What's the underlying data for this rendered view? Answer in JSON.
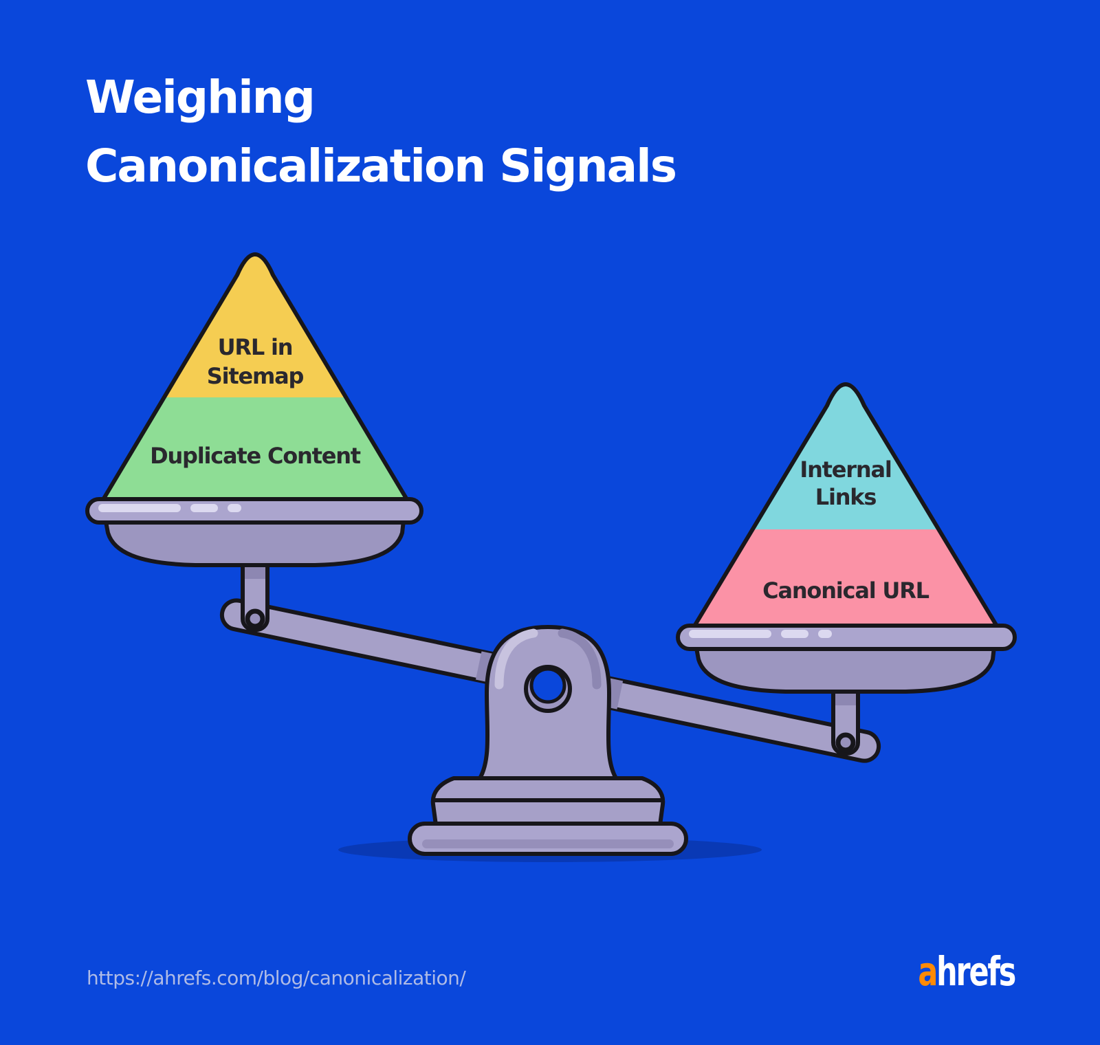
{
  "title": {
    "line1": "Weighing",
    "line2": "Canonicalization Signals"
  },
  "scale": {
    "left_side": {
      "pan_position": "raised",
      "sections": [
        {
          "label_line1": "URL in",
          "label_line2": "Sitemap",
          "color": "#F5CD52"
        },
        {
          "label": "Duplicate Content",
          "color": "#8EDD95"
        }
      ]
    },
    "right_side": {
      "pan_position": "lowered",
      "sections": [
        {
          "label_line1": "Internal",
          "label_line2": "Links",
          "color": "#80D7DE"
        },
        {
          "label": "Canonical URL",
          "color": "#FB92A6"
        }
      ]
    }
  },
  "footer": {
    "source_url": "https://ahrefs.com/blog/canonicalization/",
    "logo": {
      "prefix": "a",
      "suffix": "hrefs",
      "prefix_color": "#FF8A05"
    }
  },
  "colors": {
    "background": "#0A47DB",
    "ground_shadow": "#0939B5",
    "metal_light": "#ABA5CE",
    "metal_mid": "#A6A0C8",
    "metal_dark": "#9C96C0",
    "metal_shade": "#8D87B2",
    "metal_highlight": "#DCD9F0",
    "outline": "#17161B",
    "label_text": "#2A282E",
    "title_text": "#FFFFFF",
    "url_text": "#AFBBE6"
  }
}
